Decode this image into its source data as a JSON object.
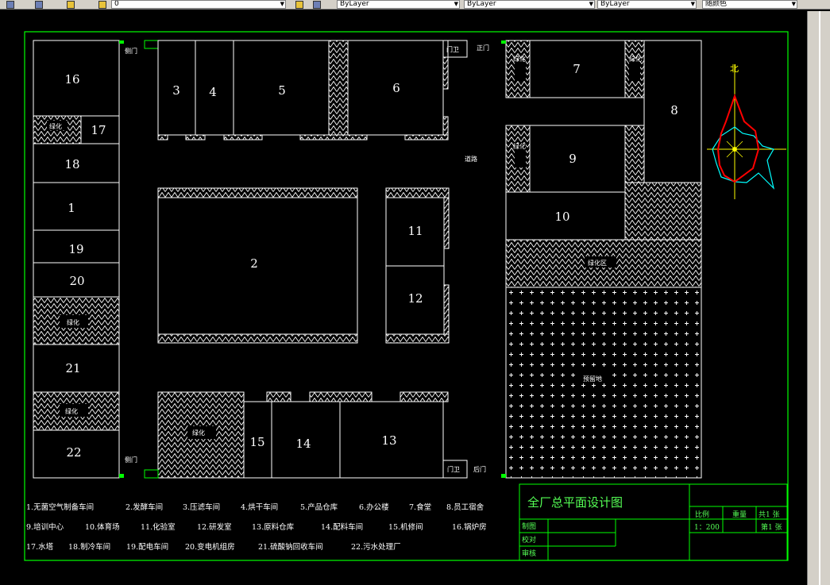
{
  "toolbar": {
    "layer_fields": [
      "ByLayer",
      "ByLayer",
      "ByLayer"
    ],
    "layer_current": "0",
    "plot_style": "随颜色"
  },
  "colors": {
    "background": "#000000",
    "frame": "#00ff00",
    "building": "#ffffff",
    "title": "#00ff00",
    "wind_red": "#ff0000",
    "wind_cyan": "#00ffff",
    "north": "#ffff00"
  },
  "plan": {
    "gate_side_top": "侧门",
    "gate_side_bottom": "侧门",
    "gate_main": "正门",
    "gate_back": "后门",
    "guard_top": "门卫",
    "guard_bottom": "门卫",
    "road": "道路",
    "green_label": "绿化",
    "green_zone": "绿化区",
    "reserved_zone": "预留地",
    "north_label": "北",
    "buildings": {
      "b1": "1",
      "b2": "2",
      "b3": "3",
      "b4": "4",
      "b5": "5",
      "b6": "6",
      "b7": "7",
      "b8": "8",
      "b9": "9",
      "b10": "10",
      "b11": "11",
      "b12": "12",
      "b13": "13",
      "b14": "14",
      "b15": "15",
      "b16": "16",
      "b17": "17",
      "b18": "18",
      "b19": "19",
      "b20": "20",
      "b21": "21",
      "b22": "22"
    }
  },
  "legend": [
    [
      "1.无菌空气制备车间",
      "2.发酵车间",
      "3.压滤车间",
      "4.烘干车间",
      "5.产品仓库",
      "6.办公楼",
      "7.食堂",
      "8.员工宿舍"
    ],
    [
      "9.培训中心",
      "10.体育场",
      "11.化验室",
      "12.研发室",
      "13.原料仓库",
      "14.配料车间",
      "15.机修间",
      "16.锅炉房"
    ],
    [
      "17.水塔",
      "18.制冷车间",
      "19.配电车间",
      "20.变电机组房",
      "21.硫酸钠回收车间",
      "22.污水处理厂"
    ]
  ],
  "titleblock": {
    "title": "全厂总平面设计图",
    "scale_label": "比例",
    "scale_value": "1：200",
    "weight_label": "重量",
    "sheets_total": "共1 张",
    "sheet_no": "第1 张",
    "drawn": "制图",
    "checked": "校对",
    "approved": "审核"
  }
}
